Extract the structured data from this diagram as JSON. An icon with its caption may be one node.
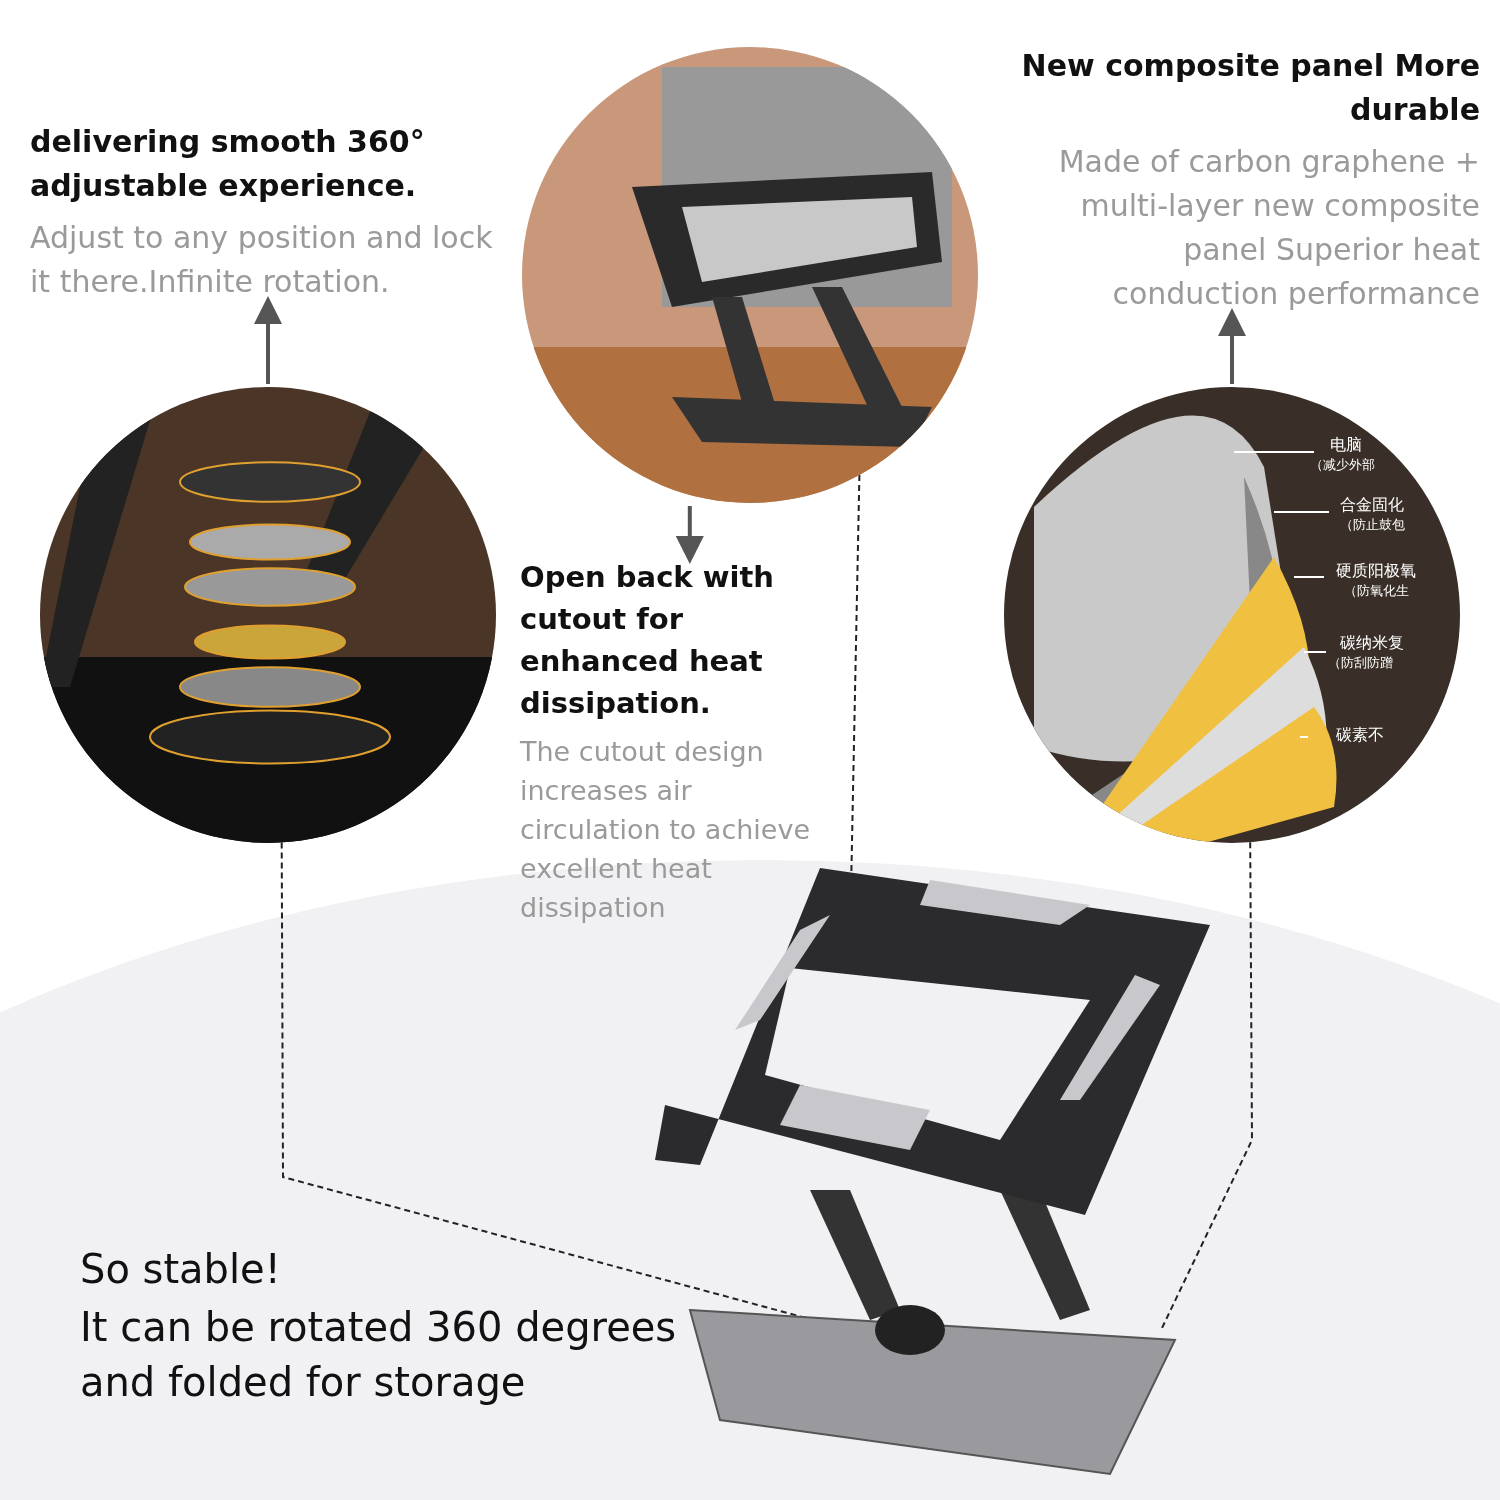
{
  "diagram": {
    "nodes": [
      {
        "text": [
          "delivering smooth 360° adjustable experience.",
          "Adjust to any position and lock it there.Infinite rotation."
        ]
      },
      {
        "text": [],
        "shape": "picture"
      },
      {
        "text": [],
        "shape": "picture"
      },
      {
        "text": [
          "Open back with cutout for enhanced heat dissipation.",
          "The cutout design increases air circulation to achieve excellent heat dissipation"
        ]
      },
      {
        "text": [
          "New composite panel More durable",
          "Made of carbon graphene + multi-layer new composite panel Superior heat conduction performance"
        ]
      },
      {
        "text": [],
        "shape": "picture"
      },
      {
        "text": [],
        "shape": "picture"
      }
    ],
    "edges": [
      {
        "from": 1,
        "to": 0,
        "arrow": "to"
      },
      {
        "from": 2,
        "to": 3,
        "arrow": "to"
      },
      {
        "from": 5,
        "to": 4,
        "arrow": "to"
      },
      {
        "from": 1,
        "to": 6,
        "arrow": "none",
        "style": "dashed"
      },
      {
        "from": 2,
        "to": 6,
        "arrow": "none",
        "style": "dashed"
      },
      {
        "from": 5,
        "to": 6,
        "arrow": "none",
        "style": "dashed"
      }
    ],
    "labels": [
      "电脑",
      "（减少外部",
      "合金固化",
      "（防止鼓包",
      "硬质阳极氧",
      "（防氧化生",
      "碳纳米复",
      "（防刮防蹭",
      "碳素不",
      "So stable!",
      "It can be rotated 360 degrees and folded for storage"
    ]
  }
}
